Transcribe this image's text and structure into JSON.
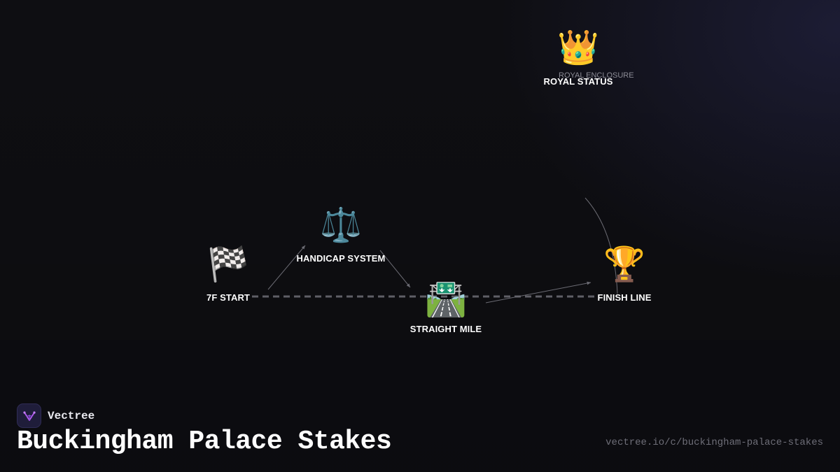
{
  "diagram": {
    "nodes": [
      {
        "id": "start",
        "label": "7F START",
        "icon": "checkered-flag-icon",
        "emoji": "🏁"
      },
      {
        "id": "handicap",
        "label": "HANDICAP SYSTEM",
        "icon": "balance-scale-icon",
        "emoji": "⚖️"
      },
      {
        "id": "mile",
        "label": "STRAIGHT MILE",
        "icon": "motorway-icon",
        "emoji": "🛣️"
      },
      {
        "id": "finish",
        "label": "FINISH LINE",
        "icon": "trophy-icon",
        "emoji": "🏆"
      },
      {
        "id": "royal",
        "label": "ROYAL STATUS",
        "icon": "crown-icon",
        "emoji": "👑"
      }
    ],
    "edges": [
      {
        "from": "start",
        "to": "handicap"
      },
      {
        "from": "handicap",
        "to": "mile"
      },
      {
        "from": "mile",
        "to": "finish"
      },
      {
        "from": "royal",
        "to": "finish",
        "label": "ROYAL ENCLOSURE"
      }
    ],
    "track": {
      "from": "start",
      "to": "finish",
      "style": "dashed"
    }
  },
  "brand": {
    "name": "Vectree",
    "logo_icon": "vectree-logo-icon"
  },
  "title": "Buckingham Palace Stakes",
  "url": "vectree.io/c/buckingham-palace-stakes",
  "colors": {
    "background": "#0e0e12",
    "edge": "#6b6b73",
    "track": "#5f5f66",
    "logo_accent": "#b65cf0"
  }
}
